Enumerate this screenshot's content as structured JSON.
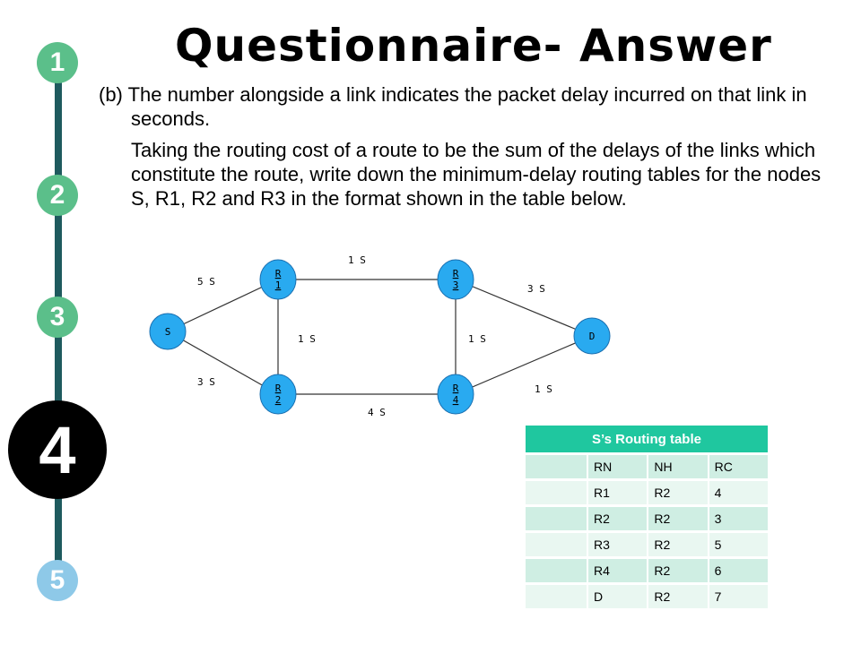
{
  "title": "Questionnaire- Answer",
  "steps": [
    {
      "label": "1",
      "color": "#5bbf8a"
    },
    {
      "label": "2",
      "color": "#5bbf8a"
    },
    {
      "label": "3",
      "color": "#5bbf8a"
    },
    {
      "label": "4",
      "color": "#000000"
    },
    {
      "label": "5",
      "color": "#8ec9e8"
    }
  ],
  "paragraph1": "(b) The number alongside a link indicates the packet delay incurred on that link in seconds.",
  "paragraph2": "Taking the routing cost of a route to be the sum of the delays of the links which constitute the route, write down the minimum-delay routing tables for the nodes S, R1, R2 and R3 in the format shown in the table below.",
  "network": {
    "nodes": [
      "S",
      "R1",
      "R2",
      "R3",
      "R4",
      "D"
    ],
    "node_labels": {
      "S": "S",
      "R1": "R\n1",
      "R2": "R\n2",
      "R3": "R\n3",
      "R4": "R\n4",
      "D": "D"
    },
    "edges": [
      {
        "from": "S",
        "to": "R1",
        "label": "5 S"
      },
      {
        "from": "S",
        "to": "R2",
        "label": "3 S"
      },
      {
        "from": "R1",
        "to": "R3",
        "label": "1 S"
      },
      {
        "from": "R1",
        "to": "R2",
        "label": "1 S"
      },
      {
        "from": "R3",
        "to": "R4",
        "label": "1 S"
      },
      {
        "from": "R2",
        "to": "R4",
        "label": "4 S"
      },
      {
        "from": "R3",
        "to": "D",
        "label": "3 S"
      },
      {
        "from": "R4",
        "to": "D",
        "label": "1 S"
      }
    ],
    "node_color": "#29aaf0"
  },
  "routing_table": {
    "title": "S’s Routing table",
    "headers": [
      "RN",
      "NH",
      "RC"
    ],
    "rows": [
      [
        "R1",
        "R2",
        "4"
      ],
      [
        "R2",
        "R2",
        "3"
      ],
      [
        "R3",
        "R2",
        "5"
      ],
      [
        "R4",
        "R2",
        "6"
      ],
      [
        "D",
        "R2",
        "7"
      ]
    ],
    "header_color": "#1fc79f"
  }
}
